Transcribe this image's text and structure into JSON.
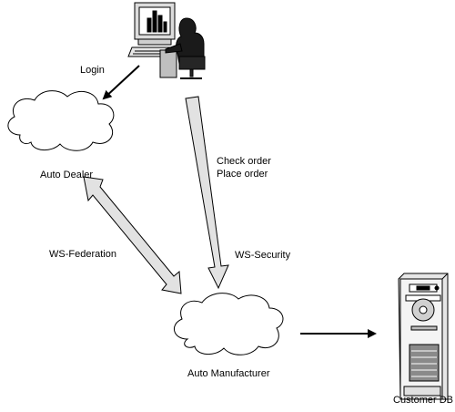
{
  "labels": {
    "login": "Login",
    "check_order": "Check order",
    "place_order": "Place order",
    "auto_dealer": "Auto Dealer",
    "ws_federation": "WS-Federation",
    "ws_security": "WS-Security",
    "auto_manufacturer": "Auto Manufacturer",
    "customer_db": "Customer DB"
  },
  "colors": {
    "wide_arrow_fill": "#e2e2e2",
    "stroke": "#000000",
    "cloud_fill": "#ffffff",
    "server_body": "#f2f2f2",
    "server_dark": "#7a7a7a"
  },
  "icons": {
    "user": "user-at-computer-icon",
    "server": "database-server-icon"
  }
}
